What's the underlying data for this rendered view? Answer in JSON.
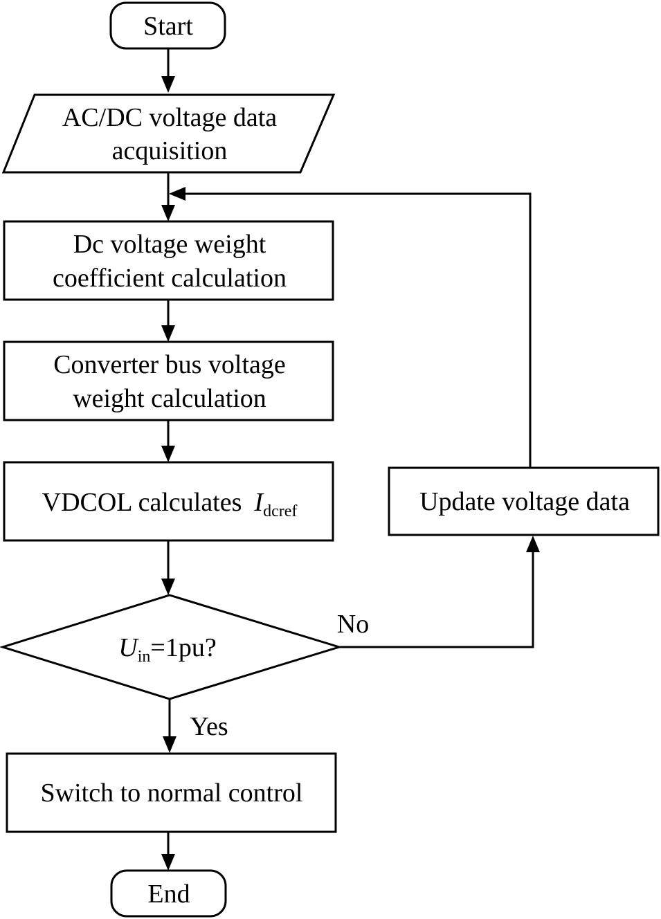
{
  "nodes": {
    "start": "Start",
    "acquisition": [
      "AC/DC voltage data",
      "acquisition"
    ],
    "dc_weight": [
      "Dc voltage weight",
      "coefficient calculation"
    ],
    "bus_weight": [
      "Converter bus voltage",
      "weight calculation"
    ],
    "vdcol": {
      "text": "VDCOL calculates",
      "symbol": "I",
      "subscript": "dcref"
    },
    "decision": {
      "symbol": "U",
      "subscript": "in",
      "text": "=1pu?"
    },
    "update": "Update voltage data",
    "normal": "Switch to normal control",
    "end": "End"
  },
  "edges": {
    "no_label": "No",
    "yes_label": "Yes"
  }
}
